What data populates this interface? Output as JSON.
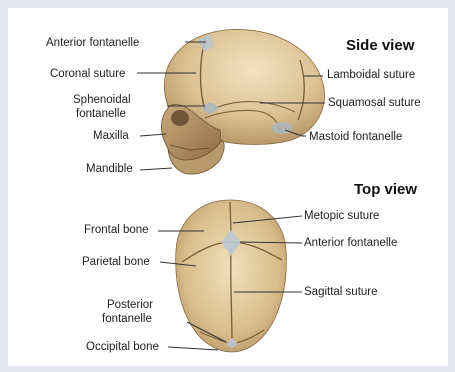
{
  "side_view": {
    "title": "Side view",
    "labels": {
      "anterior_fontanelle": "Anterior fontanelle",
      "coronal_suture": "Coronal suture",
      "sphenoidal_fontanelle_line1": "Sphenoidal",
      "sphenoidal_fontanelle_line2": "fontanelle",
      "maxilla": "Maxilla",
      "mandible": "Mandible",
      "lamboidal_suture": "Lamboidal suture",
      "squamosal_suture": "Squamosal suture",
      "mastoid_fontanelle": "Mastoid fontanelle"
    }
  },
  "top_view": {
    "title": "Top view",
    "labels": {
      "frontal_bone": "Frontal bone",
      "parietal_bone": "Parietal bone",
      "posterior_fontanelle_line1": "Posterior",
      "posterior_fontanelle_line2": "fontanelle",
      "occipital_bone": "Occipital bone",
      "metopic_suture": "Metopic suture",
      "anterior_fontanelle": "Anterior fontanelle",
      "sagittal_suture": "Sagittal suture"
    }
  },
  "colors": {
    "background": "#e4e6f1",
    "panel": "#ffffff",
    "bone": "#dcc193",
    "bone_shadow": "#a8865a",
    "suture": "#7a5e3c",
    "leader": "#333333"
  }
}
